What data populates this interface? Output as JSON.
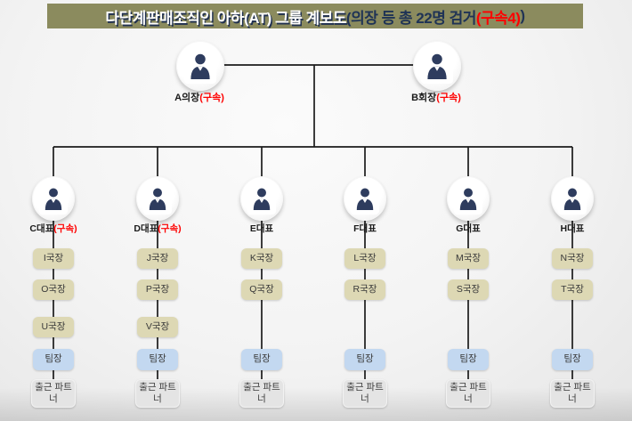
{
  "title": {
    "main": "다단계판매조직인 아하(AT) 그룹 계보도",
    "sub": "(의장 등 총 22명 검거",
    "arrest": "(구속4)",
    "close": ")"
  },
  "top_nodes": [
    {
      "label": "A의장",
      "status": "(구속)"
    },
    {
      "label": "B회장",
      "status": "(구속)"
    }
  ],
  "columns": [
    {
      "leader": "C대표",
      "status": "(구속)",
      "directors": [
        "I국장",
        "O국장",
        "U국장"
      ],
      "team_label": "팀장",
      "partner_label": "출근 파트너"
    },
    {
      "leader": "D대표",
      "status": "(구속)",
      "directors": [
        "J국장",
        "P국장",
        "V국장"
      ],
      "team_label": "팀장",
      "partner_label": "출근 파트너"
    },
    {
      "leader": "E대표",
      "status": "",
      "directors": [
        "K국장",
        "Q국장"
      ],
      "team_label": "팀장",
      "partner_label": "출근 파트너"
    },
    {
      "leader": "F대표",
      "status": "",
      "directors": [
        "L국장",
        "R국장"
      ],
      "team_label": "팀장",
      "partner_label": "출근 파트너"
    },
    {
      "leader": "G대표",
      "status": "",
      "directors": [
        "M국장",
        "S국장"
      ],
      "team_label": "팀장",
      "partner_label": "출근 파트너"
    },
    {
      "leader": "H대표",
      "status": "",
      "directors": [
        "N국장",
        "T국장"
      ],
      "team_label": "팀장",
      "partner_label": "출근 파트너"
    }
  ],
  "colors": {
    "title_bg": "#8b8b5e",
    "title_navy": "#1f3355",
    "status_red": "#fe0000",
    "director_box": "#ddd8b4",
    "team_box": "#c3d8f0",
    "partner_box": "#e4e4e4",
    "person_silhouette": "#2e3c5e",
    "connector_line": "#1b1b1b"
  }
}
